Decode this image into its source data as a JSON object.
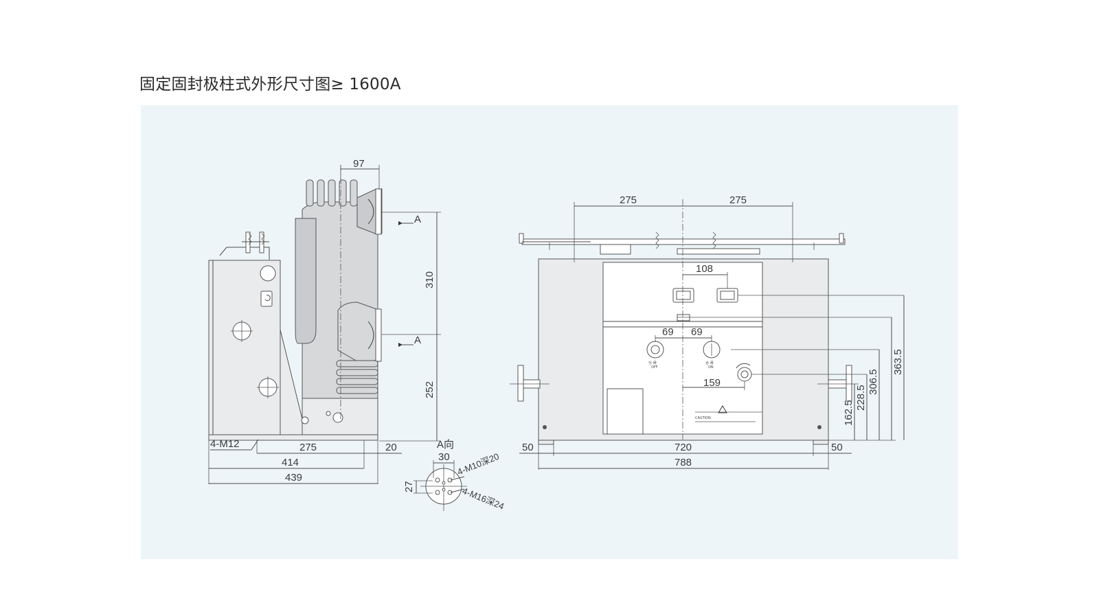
{
  "title": "固定固封极柱式外形尺寸图≥ 1600A",
  "side_view": {
    "dims": {
      "d97": "97",
      "d310": "310",
      "d252": "252",
      "d275": "275",
      "d20": "20",
      "d414": "414",
      "d439": "439",
      "m12": "4-M12",
      "section_a_top": "A",
      "section_a_bottom": "A"
    }
  },
  "a_view": {
    "title": "A向",
    "d30": "30",
    "d27": "27",
    "m10": "4-M10深20",
    "m16": "4-M16深24"
  },
  "front_view": {
    "dims": {
      "d275_left": "275",
      "d275_right": "275",
      "d108": "108",
      "d69_left": "69",
      "d69_right": "69",
      "d159": "159",
      "d50_left": "50",
      "d720": "720",
      "d50_right": "50",
      "d788": "788",
      "d162_5": "162.5",
      "d228_5": "228.5",
      "d306_5": "306.5",
      "d363_5": "363.5"
    },
    "labels": {
      "off": "分 闸",
      "off_en": "OFF",
      "on": "合 闸",
      "on_en": "ON",
      "caution": "CAUTION"
    }
  },
  "colors": {
    "panel_bg": "#eef5f9",
    "line": "#4a4a4a",
    "body_fill": "#d6d8da"
  }
}
